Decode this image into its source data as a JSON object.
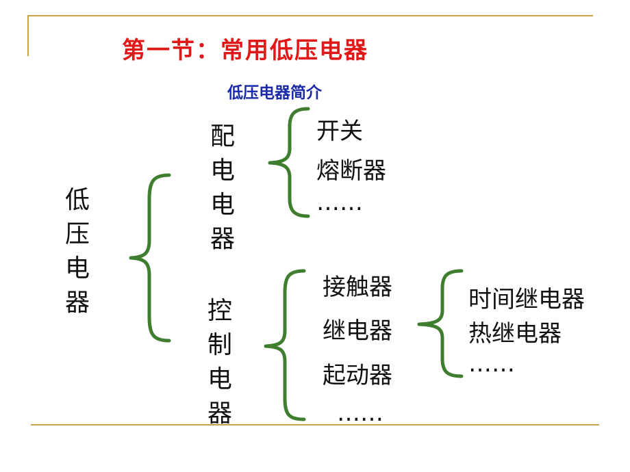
{
  "title": "第一节：常用低压电器",
  "subtitle": "低压电器简介",
  "root": {
    "chars": [
      "低",
      "压",
      "电",
      "器"
    ]
  },
  "branches": [
    {
      "chars": [
        "配",
        "电",
        "电",
        "器"
      ],
      "items": [
        "开关",
        "熔断器",
        "……"
      ]
    },
    {
      "chars": [
        "控",
        "制",
        "电",
        "器"
      ],
      "items": [
        "接触器",
        "继电器",
        "起动器",
        "……"
      ]
    }
  ],
  "relay_subtypes": [
    "时间继电器",
    "热继电器",
    "……"
  ],
  "colors": {
    "title": "#e01818",
    "subtitle": "#1a2aa8",
    "brace": "#3f7d2f",
    "rule": "#c8a24a"
  }
}
